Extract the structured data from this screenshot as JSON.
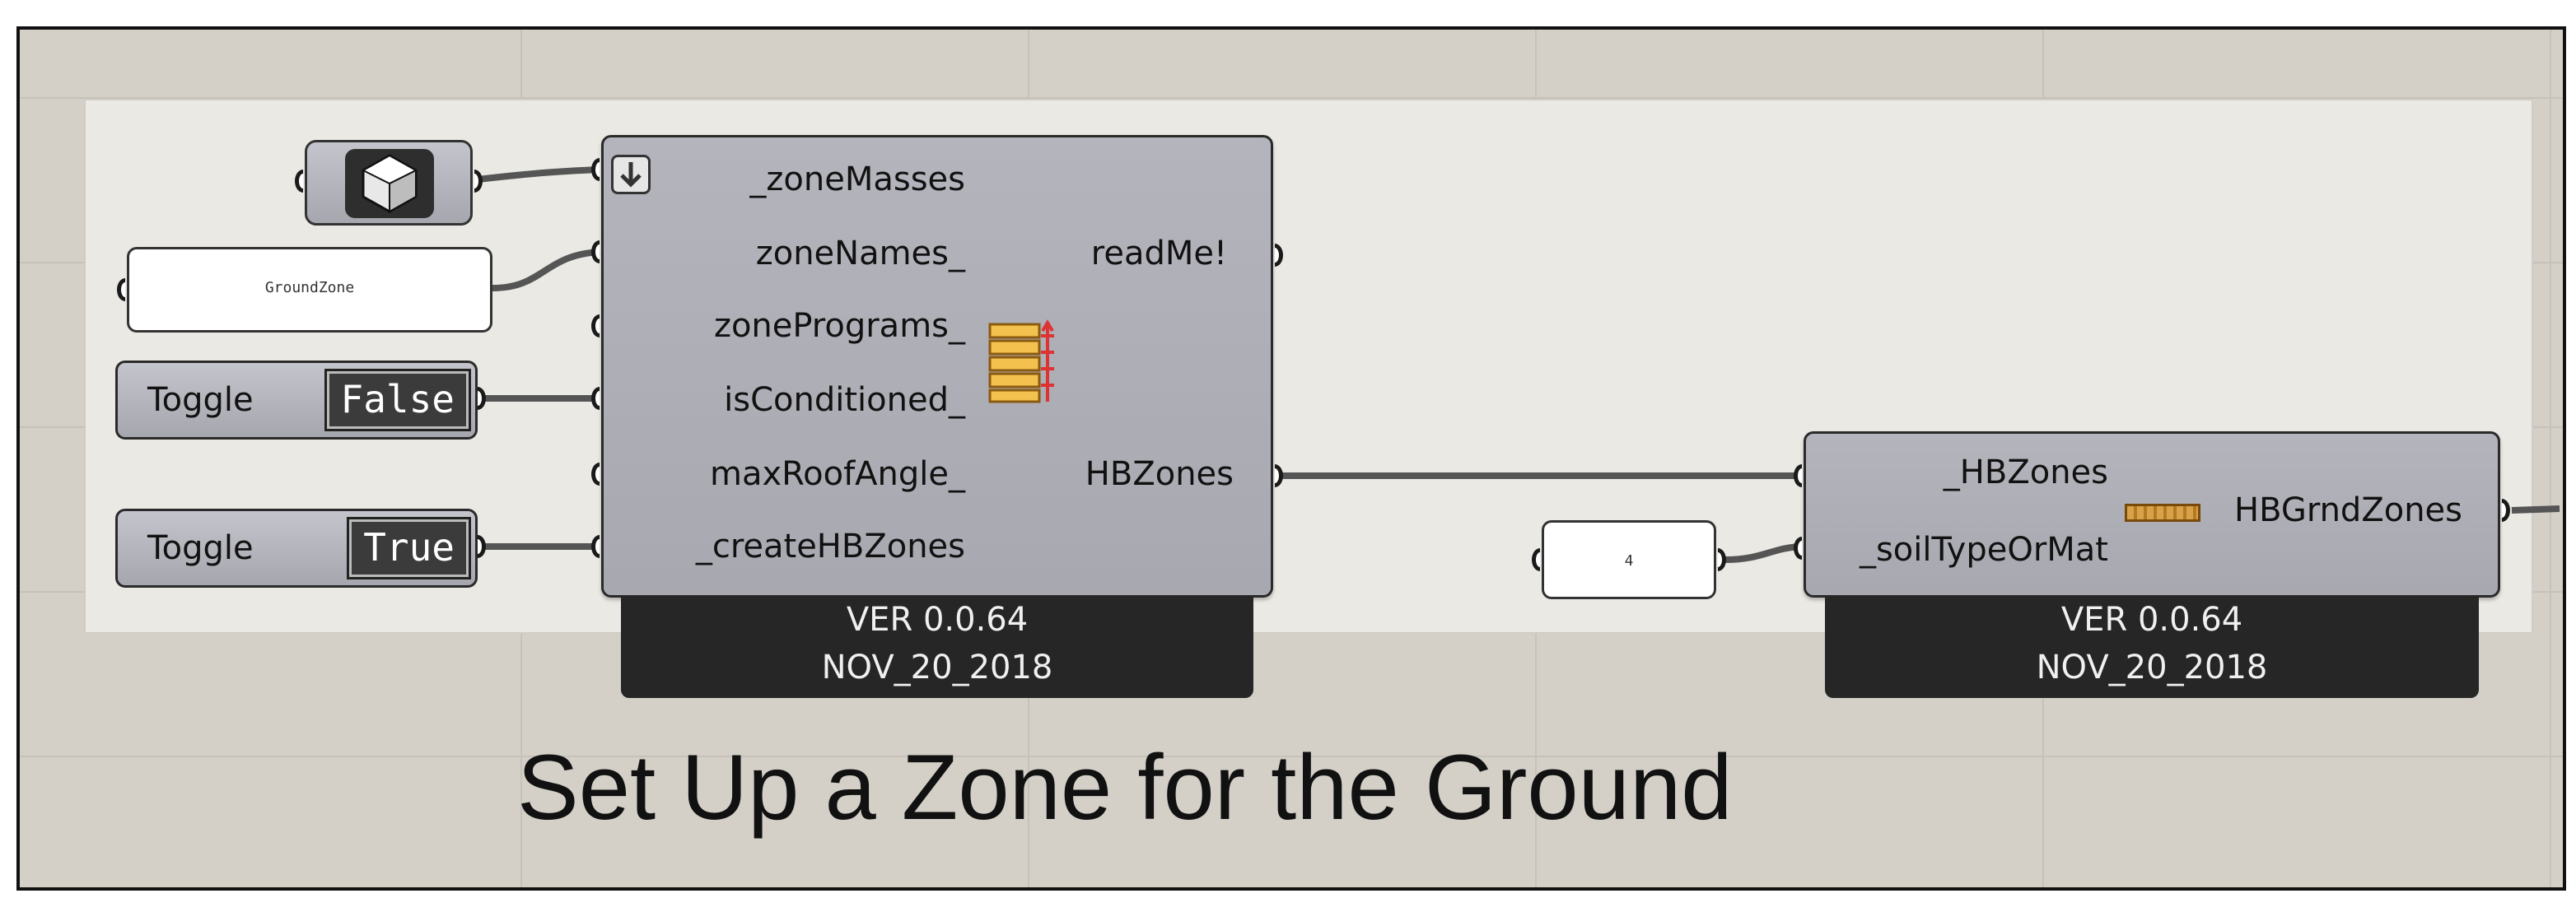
{
  "canvas_title": "Set Up a Zone for the Ground",
  "masses_component": {
    "inputs": [
      "_zoneMasses",
      "zoneNames_",
      "zonePrograms_",
      "isConditioned_",
      "maxRoofAngle_",
      "_createHBZones"
    ],
    "outputs": [
      "readMe!",
      "HBZones"
    ],
    "version": "VER 0.0.64",
    "date": "NOV_20_2018"
  },
  "ground_component": {
    "inputs": [
      "_HBZones",
      "_soilTypeOrMat"
    ],
    "outputs": [
      "HBGrndZones"
    ],
    "version": "VER 0.0.64",
    "date": "NOV_20_2018"
  },
  "zone_name_panel": {
    "value": "GroundZone"
  },
  "soil_type_panel": {
    "value": "4"
  },
  "toggles": [
    {
      "label": "Toggle",
      "value": "False"
    },
    {
      "label": "Toggle",
      "value": "True"
    }
  ],
  "icons": {
    "geometry_param": "geometry-param-icon",
    "honeybee_masses": "honeybee-zones-icon",
    "ground_zone": "ground-zone-icon",
    "download": "download-arrow-icon"
  }
}
